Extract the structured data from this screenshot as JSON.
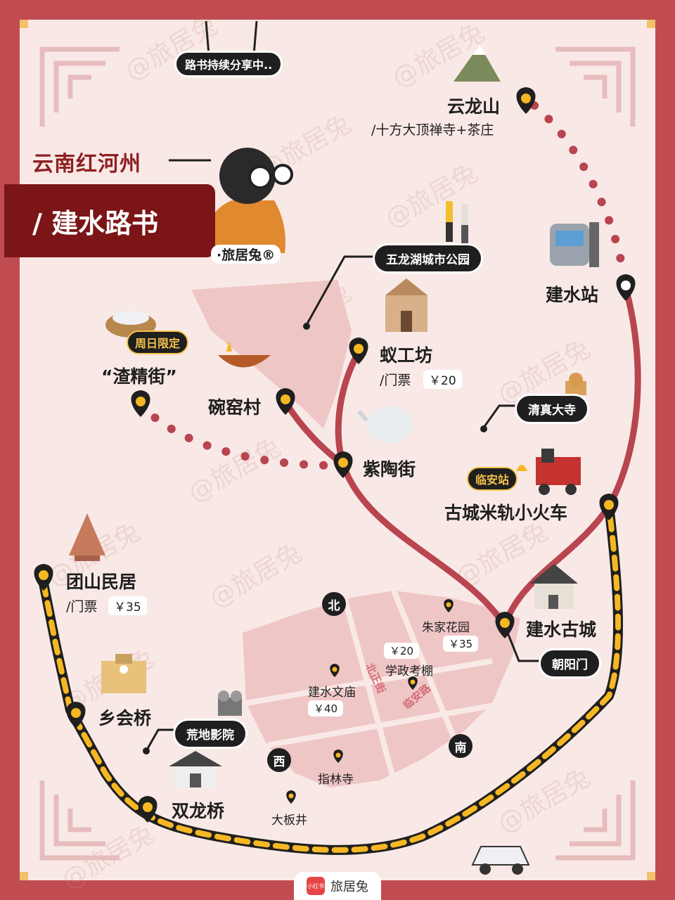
{
  "banner": "路书持续分享中..",
  "title": {
    "region": "云南红河州",
    "route": "/ 建水路书",
    "brand": "·旅居兔®"
  },
  "watermark": "@旅居兔",
  "places": {
    "yunlong": {
      "name": "云龙山",
      "sub": "/十方大顶禅寺+茶庄"
    },
    "wulonghu": {
      "name": "五龙湖城市公园"
    },
    "station": {
      "name": "建水站"
    },
    "yigong": {
      "name": "蚁工坊",
      "ticket": "/门票",
      "price": "￥20"
    },
    "zhajing": {
      "name": "“渣精街”",
      "badge": "周日限定"
    },
    "wanyao": {
      "name": "碗窑村"
    },
    "zitao": {
      "name": "紫陶街"
    },
    "mosque": {
      "name": "清真大寺"
    },
    "train": {
      "name": "古城米轨小火车",
      "badge": "临安站"
    },
    "tuanshan": {
      "name": "团山民居",
      "ticket": "/门票",
      "price": "￥35"
    },
    "oldtown": {
      "name": "建水古城",
      "gate": "朝阳门"
    },
    "zhujia": {
      "name": "朱家花园",
      "price": "￥35"
    },
    "xuezheng": {
      "name": "学政考棚",
      "price": "￥20"
    },
    "wenmiao": {
      "name": "建水文庙",
      "price": "￥40"
    },
    "zhilin": {
      "name": "指林寺"
    },
    "daban": {
      "name": "大板井"
    },
    "xianghui": {
      "name": "乡会桥"
    },
    "cinema": {
      "name": "荒地影院"
    },
    "shuanglong": {
      "name": "双龙桥"
    }
  },
  "directions": {
    "north": "北",
    "south": "南",
    "west": "西"
  },
  "streets": {
    "beizheng": "北正街",
    "linan": "临安路"
  },
  "footer": {
    "logo": "小红书",
    "brand": "旅居兔"
  },
  "colors": {
    "frame": "#c04c52",
    "background": "#f9e9e6",
    "route": "#b8454f",
    "rail": "#f5b723",
    "dark_red": "#7b1517"
  }
}
